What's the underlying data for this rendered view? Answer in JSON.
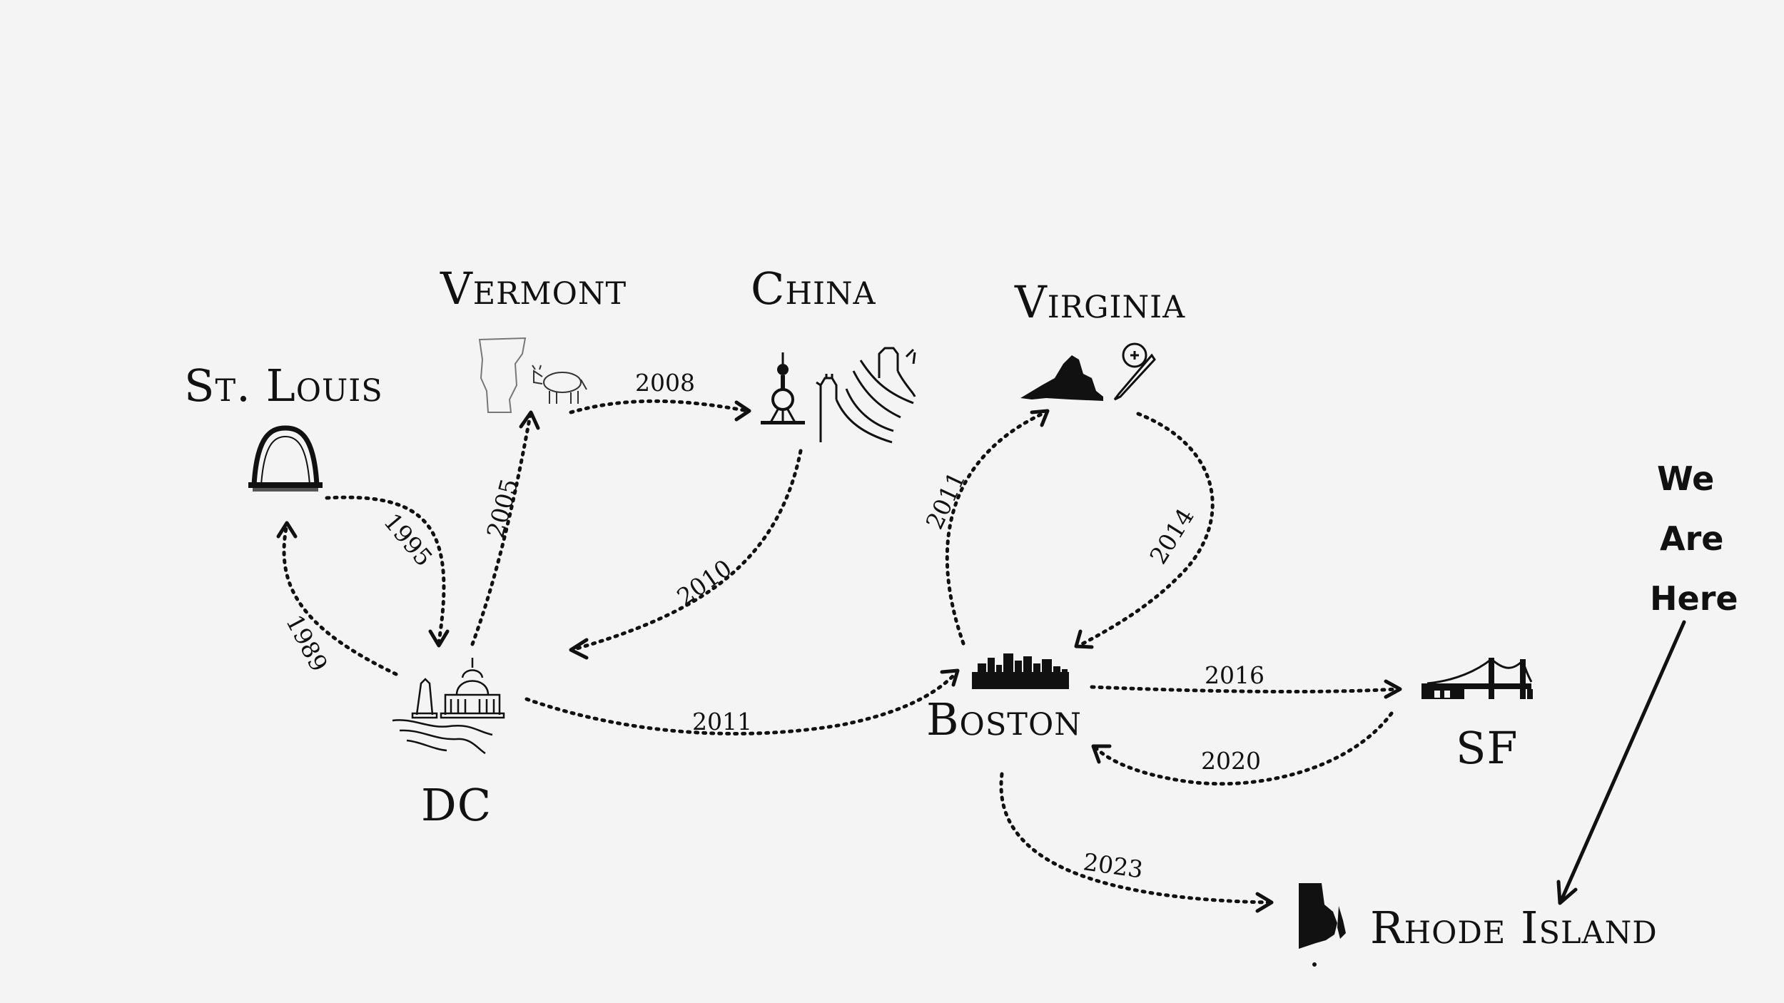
{
  "places": {
    "st_louis": "St. Louis",
    "vermont": "Vermont",
    "china": "China",
    "virginia": "Virginia",
    "dc": "DC",
    "boston": "Boston",
    "sf": "SF",
    "rhode_island": "Rhode Island"
  },
  "routes": {
    "dc_to_st_louis": "1989",
    "st_louis_to_dc": "1995",
    "dc_to_vermont": "2005",
    "vermont_to_china": "2008",
    "china_to_dc": "2010",
    "dc_to_boston": "2011",
    "boston_to_virginia": "2011",
    "virginia_to_boston": "2014",
    "boston_to_sf": "2016",
    "sf_to_boston": "2020",
    "boston_to_rhode_island": "2023"
  },
  "note": {
    "line1": "We",
    "line2": "Are",
    "line3": "Here"
  },
  "icons": {
    "st_louis": "gateway-arch-icon",
    "vermont": "vermont-outline-icon",
    "vermont_extra": "cow-icon",
    "china": "pearl-tower-icon",
    "china_extra": "great-wall-icon",
    "virginia": "virginia-silhouette-icon",
    "virginia_extra": "medical-scalpel-icon",
    "dc": "capitol-monument-icon",
    "boston": "boston-skyline-icon",
    "sf": "golden-gate-bridge-icon",
    "rhode_island": "rhode-island-silhouette-icon"
  }
}
